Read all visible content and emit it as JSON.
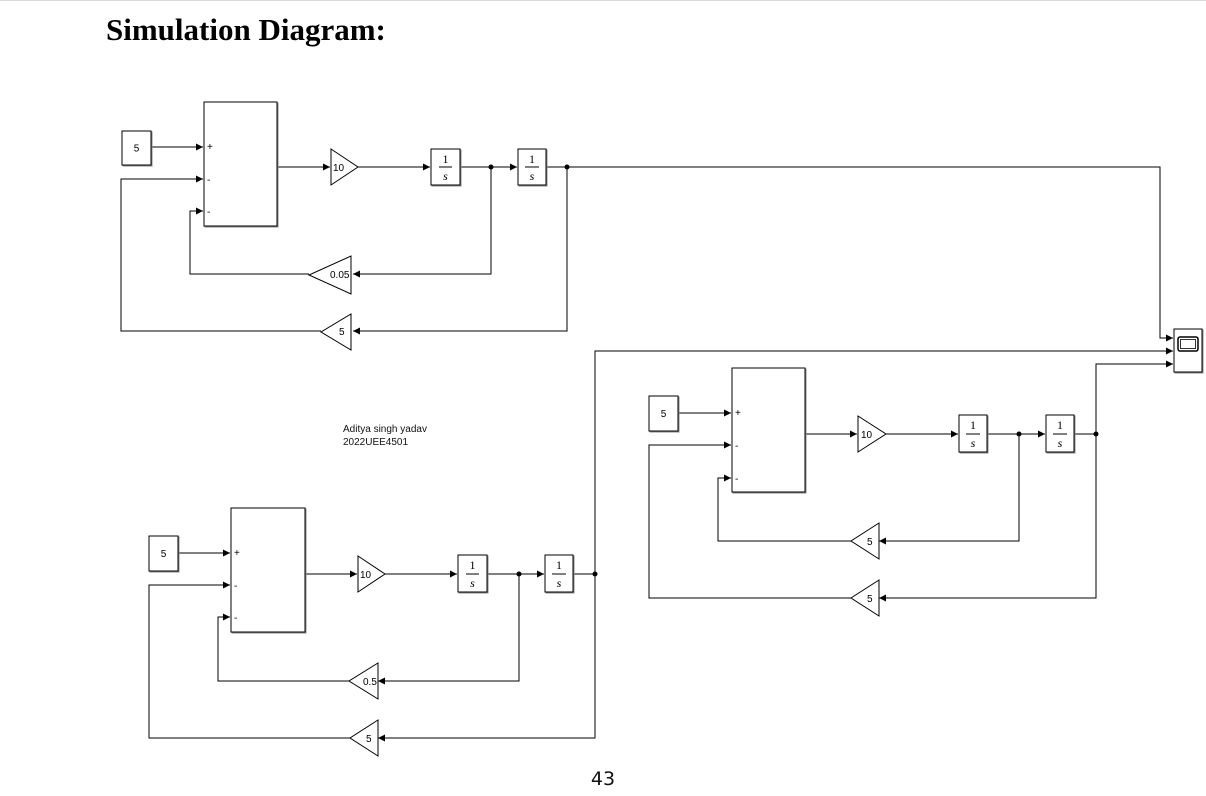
{
  "heading": "Simulation Diagram:",
  "author": {
    "name": "Aditya singh yadav",
    "id": "2022UEE4501"
  },
  "page_number": "43",
  "systems": [
    {
      "constant": "5",
      "signs": [
        "+",
        "-",
        "-"
      ],
      "forward_gain": "10",
      "inner_gain": "0.05",
      "outer_gain": "5",
      "integrator": [
        "1",
        "s"
      ]
    },
    {
      "constant": "5",
      "signs": [
        "+",
        "-",
        "-"
      ],
      "forward_gain": "10",
      "inner_gain": "0.5",
      "outer_gain": "5",
      "integrator": [
        "1",
        "s"
      ]
    },
    {
      "constant": "5",
      "signs": [
        "+",
        "-",
        "-"
      ],
      "forward_gain": "10",
      "inner_gain": "5",
      "outer_gain": "5",
      "integrator": [
        "1",
        "s"
      ]
    }
  ],
  "scope": {
    "icon": "scope-icon",
    "inputs": 3
  }
}
